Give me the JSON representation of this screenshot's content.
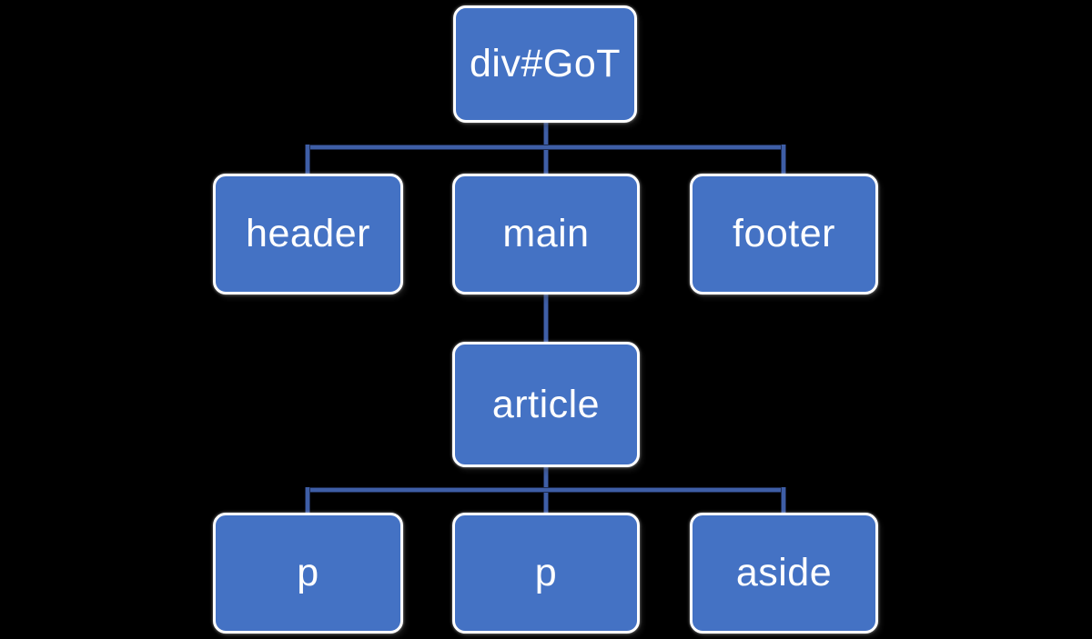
{
  "diagram": {
    "type": "tree",
    "description": "DOM structure tree of div#GoT",
    "background_color": "#000000",
    "node_fill_color": "#4472C4",
    "node_border_color": "#FFFFFF",
    "node_text_color": "#FFFFFF",
    "connector_color": "#3E5EA6",
    "nodes": [
      {
        "id": "div-got",
        "label": "div#GoT",
        "level": 0
      },
      {
        "id": "header",
        "label": "header",
        "level": 1
      },
      {
        "id": "main",
        "label": "main",
        "level": 1
      },
      {
        "id": "footer",
        "label": "footer",
        "level": 1
      },
      {
        "id": "article",
        "label": "article",
        "level": 2
      },
      {
        "id": "p-1",
        "label": "p",
        "level": 3
      },
      {
        "id": "p-2",
        "label": "p",
        "level": 3
      },
      {
        "id": "aside",
        "label": "aside",
        "level": 3
      }
    ],
    "edges": [
      [
        "div-got",
        "header"
      ],
      [
        "div-got",
        "main"
      ],
      [
        "div-got",
        "footer"
      ],
      [
        "main",
        "article"
      ],
      [
        "article",
        "p-1"
      ],
      [
        "article",
        "p-2"
      ],
      [
        "article",
        "aside"
      ]
    ]
  }
}
